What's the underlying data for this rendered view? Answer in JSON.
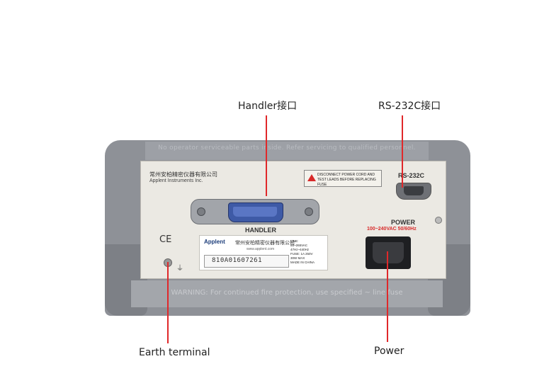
{
  "callouts": {
    "handler": "Handler接口",
    "rs232": "RS-232C接口",
    "earth": "Earth terminal",
    "power": "Power"
  },
  "panel": {
    "company_cn": "常州安柏精密仪器有限公司",
    "company_en": "Applent Instruments Inc.",
    "warning_label": "DISCONNECT POWER CORD AND TEST LEADS BEFORE REPLACING FUSE",
    "rs232_label": "RS-232C",
    "handler_label": "HANDLER",
    "ce_mark": "CE",
    "power_label": "POWER",
    "power_spec": "100~240VAC 50/60Hz"
  },
  "nameplate": {
    "logo": "Applent",
    "company_cn": "常州安柏精密仪器有限公司",
    "url": "www.applent.com",
    "serial": "810A01607261",
    "specs": [
      "LINE:",
      "85~265VAC",
      "47Hz~440Hz",
      "FUSE: 1A 250V",
      "30W MAX",
      "MADE IN CHINA"
    ]
  },
  "housing": {
    "top_embossed": "No operator serviceable parts inside. Refer servicing to qualified personnel.",
    "bottom_warning": "WARNING: For continued fire protection, use specified ~ line fuse"
  },
  "colors": {
    "callout_line": "#e0282a",
    "housing": "#8e9197",
    "panel": "#ebe9e3",
    "handler_connector": "#3e5aa6"
  },
  "icons": [
    "warning-icon",
    "ground-icon"
  ]
}
